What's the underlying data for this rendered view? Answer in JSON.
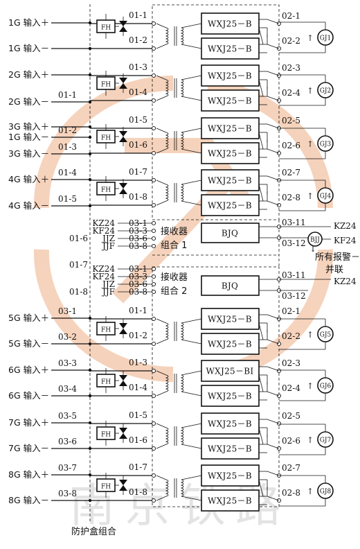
{
  "watermark": {
    "text": "南京铁路",
    "color": "#f4cbb0"
  },
  "rows": [
    {
      "in": "01-1",
      "out": "02-1",
      "dev": "WXJ25－B"
    },
    {
      "in": "01-2",
      "out": "02-2",
      "dev": "WXJ25－B"
    },
    {
      "in": "01-3",
      "out": "02-3",
      "dev": "WXJ25－B"
    },
    {
      "in": "01-4",
      "out": "02-4",
      "dev": "WXJ25－B"
    },
    {
      "in": "01-5",
      "out": "02-5",
      "dev": "WXJ25－B"
    },
    {
      "in": "01-6",
      "out": "02-6",
      "dev": "WXJ25－B"
    },
    {
      "in": "01-7",
      "out": "02-7",
      "dev": "WXJ25－B"
    },
    {
      "in": "01-8",
      "out": "02-8",
      "dev": "WXJ25－B"
    },
    {
      "in": "01-1",
      "out": "02-1",
      "dev": "WXJ25－B"
    },
    {
      "in": "01-2",
      "out": "02-2",
      "dev": "WXJ25－B"
    },
    {
      "in": "01-3",
      "out": "02-3",
      "dev": "WXJ25－BI"
    },
    {
      "in": "01-4",
      "out": "02-4",
      "dev": "WXJ25－B"
    },
    {
      "in": "01-5",
      "out": "02-5",
      "dev": "WXJ25－B"
    },
    {
      "in": "01-6",
      "out": "02-6",
      "dev": "WXJ25－B"
    },
    {
      "in": "01-7",
      "out": "02-7",
      "dev": "WXJ25－B"
    },
    {
      "in": "01-8",
      "out": "02-8",
      "dev": "WXJ25－B"
    }
  ],
  "alarms": [
    "GJ1",
    "GJ2",
    "GJ3",
    "GJ4",
    "GJ5",
    "GJ6",
    "GJ7",
    "GJ8"
  ],
  "inputs": [
    {
      "text": "1G 输入＋",
      "num": ""
    },
    {
      "text": "1G 输入－",
      "num": ""
    },
    {
      "text": "2G 输入＋",
      "num": ""
    },
    {
      "text": "2G 输入－",
      "num": "01-1"
    },
    {
      "text": "3G 输入＋",
      "num": ""
    },
    {
      "text": "1G 输入－",
      "num": "01-2"
    },
    {
      "text": "3G 输入－",
      "num": "01-3"
    },
    {
      "text": "4G 输入＋",
      "num": "01-4"
    },
    {
      "text": "4G 输入－",
      "num": "01-5"
    },
    {
      "text": "5G 输入＋",
      "num": "03-1"
    },
    {
      "text": "5G 输入－",
      "num": "03-2"
    },
    {
      "text": "6G 输入＋",
      "num": "03-3"
    },
    {
      "text": "6G 输入－",
      "num": "03-4"
    },
    {
      "text": "7G 输入＋",
      "num": "03-5"
    },
    {
      "text": "7G 输入－",
      "num": "03-6"
    },
    {
      "text": "8G 输入＋",
      "num": "03-7"
    },
    {
      "text": "8G 输入－",
      "num": "03-8"
    }
  ],
  "side_nums": [
    "01-6",
    "01-7",
    "01-8"
  ],
  "fh": {
    "label": "FH"
  },
  "receivers": [
    {
      "name1": "接收器",
      "name2": "组合 1",
      "dev": "BJQ",
      "out1": "03-11",
      "out2": "03-12",
      "terms": [
        {
          "code": "03-1",
          "sig": "KZ24"
        },
        {
          "code": "03-3",
          "sig": "KF24"
        },
        {
          "code": "03-6",
          "sig": "JJZ"
        },
        {
          "code": "03-8",
          "sig": "JJF"
        }
      ]
    },
    {
      "name1": "接收器",
      "name2": "组合 2",
      "dev": "BJQ",
      "out1": "03-11",
      "out2": "03-12",
      "terms": [
        {
          "code": "03-1",
          "sig": "KZ24"
        },
        {
          "code": "03-3",
          "sig": "KF24"
        },
        {
          "code": "03-6",
          "sig": "JJZ"
        },
        {
          "code": "03-8",
          "sig": "JJF"
        }
      ]
    }
  ],
  "bjj": {
    "label": "BJJ"
  },
  "right_labels": {
    "kz24": "KZ24",
    "kf24": "KF24",
    "line1": "所有报警－",
    "line2": "并联",
    "kz24b": "KZ24"
  },
  "footer": {
    "title": "防护盒组合"
  }
}
